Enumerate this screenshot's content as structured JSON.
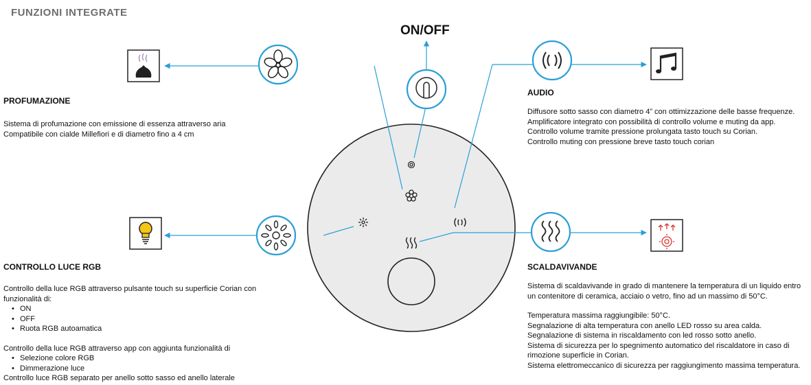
{
  "header": {
    "title": "FUNZIONI INTEGRATE"
  },
  "onoff": {
    "label": "ON/OFF"
  },
  "profumazione": {
    "heading": "PROFUMAZIONE",
    "lines": [
      "Sistema di profumazione con emissione di essenza attraverso aria",
      "Compatibile con cialde Millefiori e di diametro fino a 4 cm"
    ]
  },
  "audio": {
    "heading": "AUDIO",
    "lines": [
      "Diffusore sotto sasso con diametro 4” con ottimizzazione delle basse frequenze.",
      "Amplificatore integrato con possibilità di controllo volume e muting da app.",
      "Controllo volume tramite pressione prolungata tasto touch su Corian.",
      "Controllo muting con pressione breve tasto touch corian"
    ]
  },
  "luce": {
    "heading": "CONTROLLO LUCE RGB",
    "intro": "Controllo della luce RGB attraverso pulsante touch su superficie Corian con funzionalità di:",
    "bullets1": [
      "ON",
      "OFF",
      "Ruota RGB autoamatica"
    ],
    "intro2": "Controllo della luce RGB attraverso app con aggiunta funzionalità di",
    "bullets2": [
      "Selezione colore RGB",
      "Dimmerazione luce"
    ],
    "outro": "Controllo luce RGB separato per anello sotto sasso ed anello laterale"
  },
  "scaldavivande": {
    "heading": "SCALDAVIVANDE",
    "para1": "Sistema di scaldavivande in grado di mantenere la temperatura di un liquido entro un contenitore di ceramica,  acciaio o vetro, fino ad un massimo di 50°C.",
    "lines": [
      "Temperatura massima raggiungibile: 50°C.",
      "Segnalazione di alta temperatura con anello LED rosso su area calda.",
      "Segnalazione di sistema in riscaldamento con led rosso sotto anello.",
      "Sistema di sicurezza per lo spegnimento automatico del riscaldatore in caso di rimozione superficie in Corian."
    ],
    "last": "Sistema elettromeccanico di sicurezza per raggiungimento massima temperatura."
  },
  "colors": {
    "accent": "#2a9fd6",
    "ink": "#222222",
    "title_gray": "#6e6e6e",
    "heat_red": "#d9342b",
    "bulb_yellow": "#f5c518",
    "scent_purple": "#9b7bb5"
  },
  "icons": [
    "diffuser-icon",
    "flower-icon",
    "touch-icon",
    "sound-waves-icon",
    "music-note-icon",
    "light-bulb-icon",
    "sun-light-icon",
    "heat-waves-icon",
    "heater-icon"
  ]
}
